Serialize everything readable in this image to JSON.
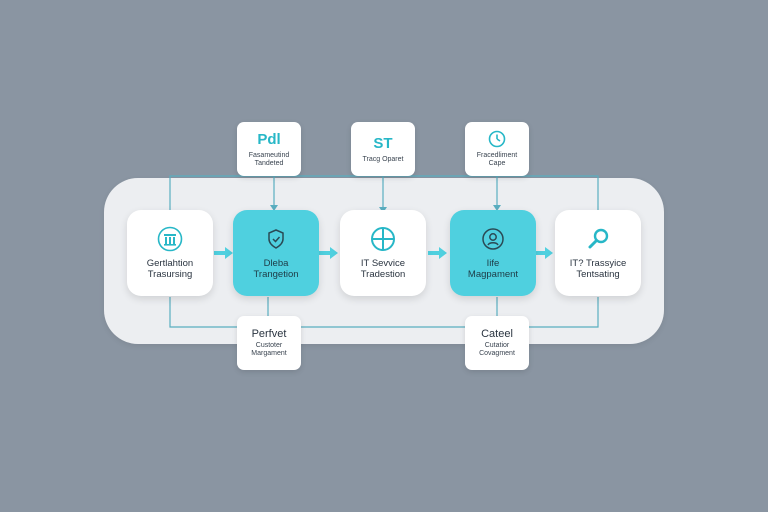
{
  "steps": [
    {
      "line1": "Gertlahtion",
      "line2": "Trasursing",
      "icon": "building-icon",
      "accent": false
    },
    {
      "line1": "Dleba",
      "line2": "Trangetion",
      "icon": "shield-icon",
      "accent": true
    },
    {
      "line1": "IT Sevvice",
      "line2": "Tradestion",
      "icon": "globe-icon",
      "accent": false
    },
    {
      "line1": "Iife",
      "line2": "Magpament",
      "icon": "gear-icon",
      "accent": true
    },
    {
      "line1": "IT? Trassyice",
      "line2": "Tentsating",
      "icon": "search-icon",
      "accent": false
    }
  ],
  "top_cards": [
    {
      "title": "Pdl",
      "line1": "Fasameutind",
      "line2": "Tandeted",
      "icon": ""
    },
    {
      "title": "ST",
      "line1": "Tracg Oparet",
      "line2": "",
      "icon": ""
    },
    {
      "title": "",
      "line1": "Fracedliment",
      "line2": "Cape",
      "icon": "clock-icon"
    }
  ],
  "bottom_cards": [
    {
      "title": "Perfvet",
      "line1": "Custoter",
      "line2": "Margament"
    },
    {
      "title": "Cateel",
      "line1": "Cutatior",
      "line2": "Covagment"
    }
  ],
  "colors": {
    "accent": "#4fd0df",
    "connector": "#5aaec0",
    "background": "#8a95a2"
  }
}
